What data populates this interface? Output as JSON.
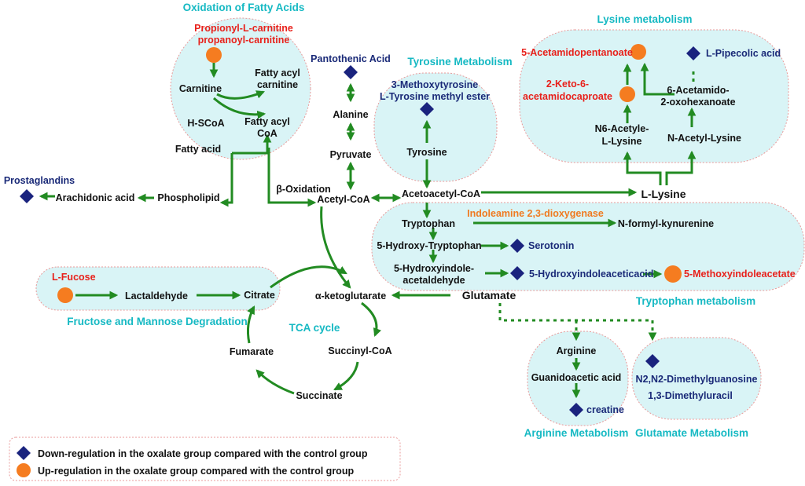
{
  "colors": {
    "arrow": "#228b22",
    "up_marker": "#f57c20",
    "down_marker": "#1a237e",
    "pathway_title": "#16b9c3",
    "region_fill": "#d9f4f6"
  },
  "pathways": {
    "fatty_acids": "Oxidation of Fatty Acids",
    "tyrosine": "Tyrosine Metabolism",
    "lysine": "Lysine metabolism",
    "tryptophan": "Tryptophan metabolism",
    "fructose": "Fructose and Mannose Degradation",
    "tca": "TCA  cycle",
    "arginine": "Arginine Metabolism",
    "glutamate": "Glutamate Metabolism"
  },
  "metabolites": {
    "propionyl_carnitine": "Propionyl-L-carnitine",
    "propanoyl_carnitine": "propanoyl-carnitine",
    "carnitine": "Carnitine",
    "fatty_acyl_carnitine_1": "Fatty acyl",
    "fatty_acyl_carnitine_2": "carnitine",
    "h_scoa": "H-SCoA",
    "fatty_acyl_coa_1": "Fatty acyl",
    "fatty_acyl_coa_2": "CoA",
    "fatty_acid": "Fatty acid",
    "pantothenic_acid": "Pantothenic Acid",
    "alanine": "Alanine",
    "pyruvate": "Pyruvate",
    "methoxytyrosine": "3-Methoxytyrosine",
    "tyrosine_methyl_ester": "L-Tyrosine methyl ester",
    "tyrosine": "Tyrosine",
    "acetamidopentanoate": "5-Acetamidopentanoate",
    "pipecolic_acid": "L-Pipecolic acid",
    "keto_1": "2-Keto-6-",
    "keto_2": "acetamidocaproate",
    "oxohexanoate_1": "6-Acetamido-",
    "oxohexanoate_2": "2-oxohexanoate",
    "n6_acetyl_1": "N6-Acetyle-",
    "n6_acetyl_2": "L-Lysine",
    "n_acetyl_lysine": "N-Acetyl-Lysine",
    "prostaglandins": "Prostaglandins",
    "arachidonic_acid": "Arachidonic acid",
    "phospholipid": "Phospholipid",
    "beta_oxidation": "β-Oxidation",
    "acetyl_coa": "Acetyl-CoA",
    "acetoacetyl_coa": "Acetoacetyl-CoA",
    "l_lysine": "L-Lysine",
    "tryptophan": "Tryptophan",
    "indoleamine": "Indoleamine 2,3-dioxygenase",
    "n_formyl_kynurenine": "N-formyl-kynurenine",
    "hydroxy_tryptophan": "5-Hydroxy-Tryptophan",
    "serotonin": "Serotonin",
    "hydroxyindole_acetaldehyde_1": "5-Hydroxyindole-",
    "hydroxyindole_acetaldehyde_2": "acetaldehyde",
    "hydroxyindoleaceticacid": "5-Hydroxyindoleaceticacid",
    "methoxyindoleacetate": "5-Methoxyindoleacetate",
    "l_fucose": "L-Fucose",
    "lactaldehyde": "Lactaldehyde",
    "citrate": "Citrate",
    "alpha_ketoglutarate": "α-ketoglutarate",
    "glutamate": "Glutamate",
    "fumarate": "Fumarate",
    "succinyl_coa": "Succinyl-CoA",
    "succinate": "Succinate",
    "arginine": "Arginine",
    "guanidoacetic_acid": "Guanidoacetic acid",
    "creatine": "creatine",
    "dimethylguanosine": "N2,N2-Dimethylguanosine",
    "dimethyluracil": "1,3-Dimethyluracil"
  },
  "legend": {
    "down": "Down-regulation in the oxalate group compared with the control group",
    "up": "Up-regulation in the oxalate group compared with the control group"
  }
}
